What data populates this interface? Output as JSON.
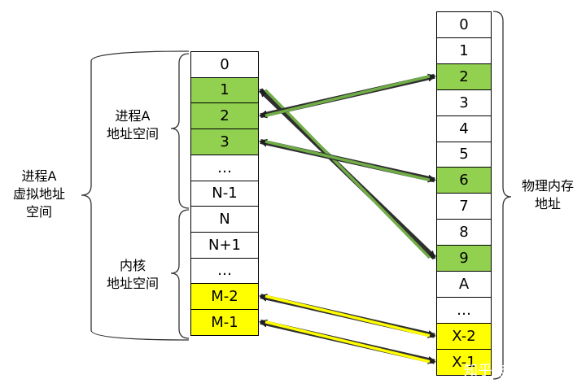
{
  "virtual_column": {
    "cells": [
      {
        "label": "0",
        "fill": "#ffffff"
      },
      {
        "label": "1",
        "fill": "#92d050"
      },
      {
        "label": "2",
        "fill": "#92d050"
      },
      {
        "label": "3",
        "fill": "#92d050"
      },
      {
        "label": "…",
        "fill": "#ffffff"
      },
      {
        "label": "N-1",
        "fill": "#ffffff"
      },
      {
        "label": "N",
        "fill": "#ffffff"
      },
      {
        "label": "N+1",
        "fill": "#ffffff"
      },
      {
        "label": "…",
        "fill": "#ffffff"
      },
      {
        "label": "M-2",
        "fill": "#ffff00"
      },
      {
        "label": "M-1",
        "fill": "#ffff00"
      }
    ]
  },
  "physical_column": {
    "cells": [
      {
        "label": "0",
        "fill": "#ffffff"
      },
      {
        "label": "1",
        "fill": "#ffffff"
      },
      {
        "label": "2",
        "fill": "#92d050"
      },
      {
        "label": "3",
        "fill": "#ffffff"
      },
      {
        "label": "4",
        "fill": "#ffffff"
      },
      {
        "label": "5",
        "fill": "#ffffff"
      },
      {
        "label": "6",
        "fill": "#92d050"
      },
      {
        "label": "7",
        "fill": "#ffffff"
      },
      {
        "label": "8",
        "fill": "#ffffff"
      },
      {
        "label": "9",
        "fill": "#92d050"
      },
      {
        "label": "A",
        "fill": "#ffffff"
      },
      {
        "label": "…",
        "fill": "#ffffff"
      },
      {
        "label": "X-2",
        "fill": "#ffff00"
      },
      {
        "label": "X-1",
        "fill": "#ffff00"
      }
    ]
  },
  "labels": {
    "process_virtual": [
      "进程A",
      "虚拟地址",
      "空间"
    ],
    "user_space": [
      "进程A",
      "地址空间"
    ],
    "kernel_space": [
      "内核",
      "地址空间"
    ],
    "physical": [
      "物理内存",
      "地址"
    ],
    "watermark": "知乎 @木头龙"
  },
  "mappings": [
    {
      "from": "1",
      "to": "9",
      "color": "#70ad47"
    },
    {
      "from": "2",
      "to": "2",
      "color": "#70ad47"
    },
    {
      "from": "3",
      "to": "6",
      "color": "#70ad47"
    },
    {
      "from": "M-2",
      "to": "X-2",
      "color": "#ffff00"
    },
    {
      "from": "M-1",
      "to": "X-1",
      "color": "#ffff00"
    }
  ]
}
